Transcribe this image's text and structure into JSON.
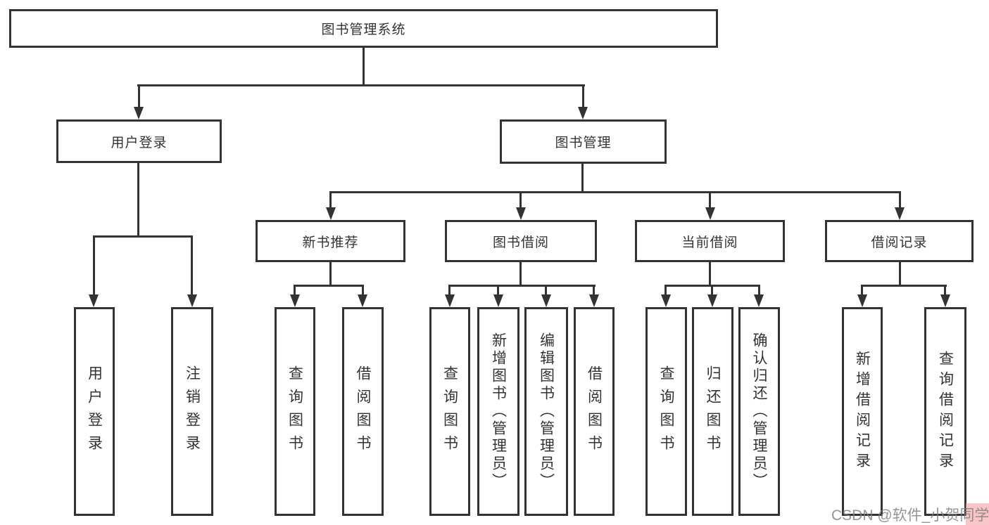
{
  "title": "图书管理系统",
  "colors": {
    "line": "#333333",
    "box_border": "#333333",
    "text": "#333333",
    "background": "#ffffff",
    "watermark_text": "#7d7d7d",
    "watermark_highlight": "#f3a0a2"
  },
  "tree": {
    "root": {
      "label": "图书管理系统"
    },
    "branches": [
      {
        "label": "用户登录",
        "children": [
          {
            "label": "用户登录"
          },
          {
            "label": "注销登录"
          }
        ]
      },
      {
        "label": "图书管理",
        "children": [
          {
            "label": "新书推荐",
            "children": [
              {
                "label": "查询图书"
              },
              {
                "label": "借阅图书"
              }
            ]
          },
          {
            "label": "图书借阅",
            "children": [
              {
                "label": "查询图书"
              },
              {
                "label": "新增图书（管理员）"
              },
              {
                "label": "编辑图书（管理员）"
              },
              {
                "label": "借阅图书"
              }
            ]
          },
          {
            "label": "当前借阅",
            "children": [
              {
                "label": "查询图书"
              },
              {
                "label": "归还图书"
              },
              {
                "label": "确认归还（管理员）"
              }
            ]
          },
          {
            "label": "借阅记录",
            "children": [
              {
                "label": "新增借阅记录"
              },
              {
                "label": "查询借阅记录"
              }
            ]
          }
        ]
      }
    ]
  },
  "watermark": {
    "text": "CSDN @软件_小贺同学"
  }
}
